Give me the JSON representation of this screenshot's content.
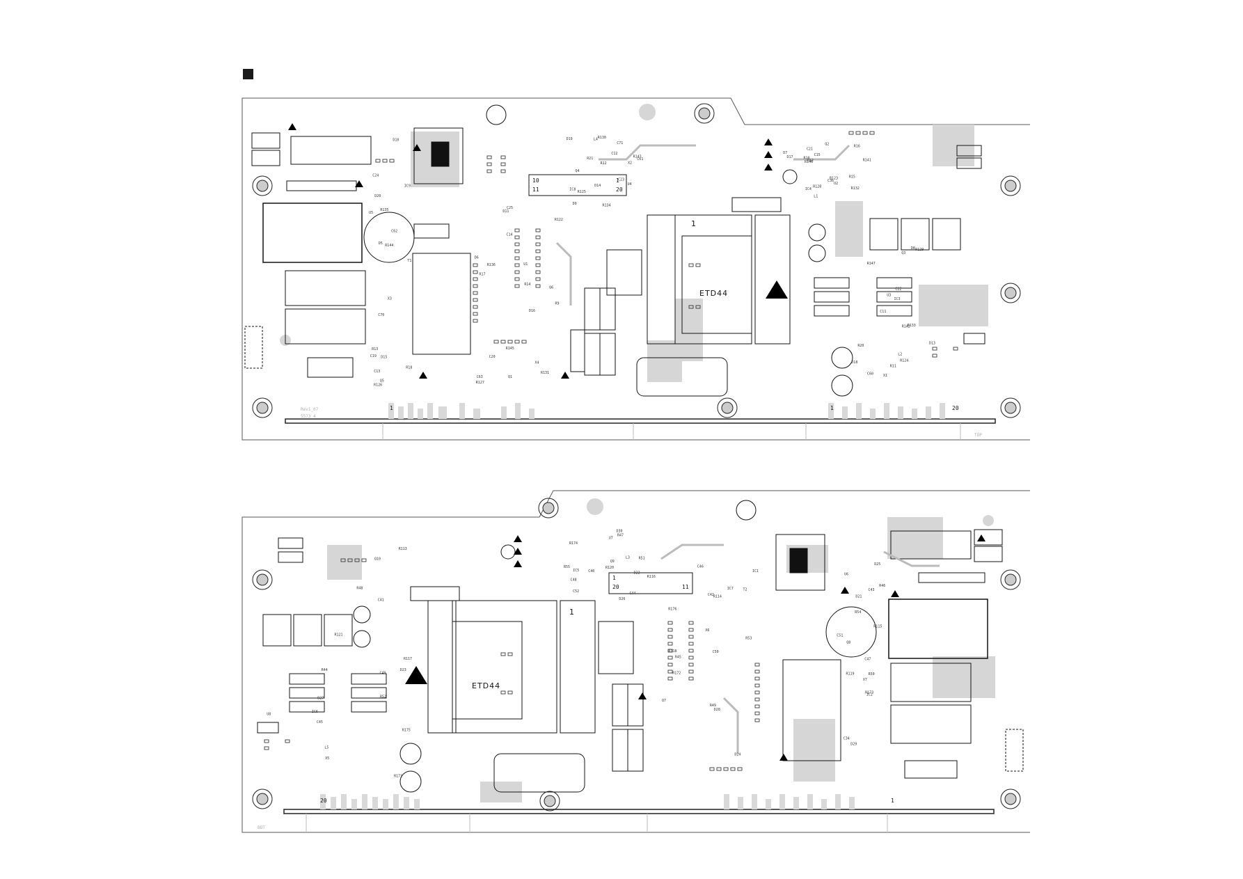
{
  "page_marker": "black-square",
  "colors": {
    "outline": "#555555",
    "copper": "#d0d0d0",
    "silk": "#1a1a1a",
    "warning": "#000000"
  },
  "board_top": {
    "transformer_label": "ETD44",
    "connector_pin_first": "1",
    "connector_pin_last": "20",
    "header_pin_a": "10",
    "header_pin_b": "11",
    "header_pin_c": "1",
    "header_pin_d": "20",
    "ic_pin1_mark": "1",
    "faint_text_1": "Rev1_07",
    "faint_text_2": "5573_4",
    "side_marker": "TOP",
    "refs": [
      "R18",
      "R17",
      "R16",
      "C11",
      "C12",
      "C13",
      "C14",
      "C15",
      "R20",
      "R21",
      "C19",
      "C20",
      "C21",
      "C22",
      "C23",
      "C24",
      "C25",
      "R141",
      "R142",
      "R143",
      "R144",
      "R145",
      "R146",
      "R147",
      "C71",
      "C70",
      "R131",
      "R132",
      "R133",
      "R134",
      "R135",
      "R136",
      "C36",
      "C60",
      "C61",
      "C62",
      "C63",
      "IC4",
      "IC3",
      "IC8",
      "IC9",
      "R122",
      "R123",
      "R124",
      "R125",
      "R126",
      "R127",
      "R128",
      "R129",
      "R130",
      "D5",
      "D6",
      "D7",
      "D8",
      "D9",
      "D10",
      "D11",
      "D12",
      "D13",
      "D14",
      "D15",
      "D16",
      "D17",
      "D18",
      "D19",
      "D20",
      "R9",
      "R10",
      "R11",
      "R12",
      "R13",
      "R14",
      "R15",
      "X1",
      "X2",
      "X3",
      "X4",
      "L1",
      "L2",
      "L4",
      "T1",
      "U1",
      "U2",
      "U3",
      "U4",
      "U5",
      "Q1",
      "Q2",
      "Q3",
      "Q4",
      "Q5",
      "Q6"
    ]
  },
  "board_bottom": {
    "transformer_label": "ETD44",
    "connector_pin_first": "20",
    "connector_pin_last": "1",
    "header_pin_a": "1",
    "header_pin_b": "20",
    "header_pin_c": "11",
    "ic_pin1_mark": "1",
    "side_marker": "BOT",
    "refs": [
      "R171",
      "R172",
      "R173",
      "R174",
      "R175",
      "R176",
      "C34",
      "C40",
      "C41",
      "C42",
      "C43",
      "C44",
      "C45",
      "C46",
      "C47",
      "C48",
      "C49",
      "C50",
      "C51",
      "C52",
      "R113",
      "R114",
      "R115",
      "R116",
      "R117",
      "R118",
      "R119",
      "R120",
      "R121",
      "IC1",
      "IC2",
      "IC5",
      "IC6",
      "IC7",
      "D21",
      "D22",
      "D23",
      "D24",
      "D25",
      "D26",
      "D27",
      "D28",
      "D29",
      "D30",
      "R44",
      "R45",
      "R46",
      "R47",
      "R48",
      "R49",
      "R50",
      "R51",
      "R52",
      "R53",
      "R54",
      "R55",
      "X5",
      "X6",
      "X7",
      "L3",
      "L5",
      "T2",
      "U6",
      "U7",
      "U8",
      "Q7",
      "Q8",
      "Q9",
      "Q10"
    ]
  }
}
